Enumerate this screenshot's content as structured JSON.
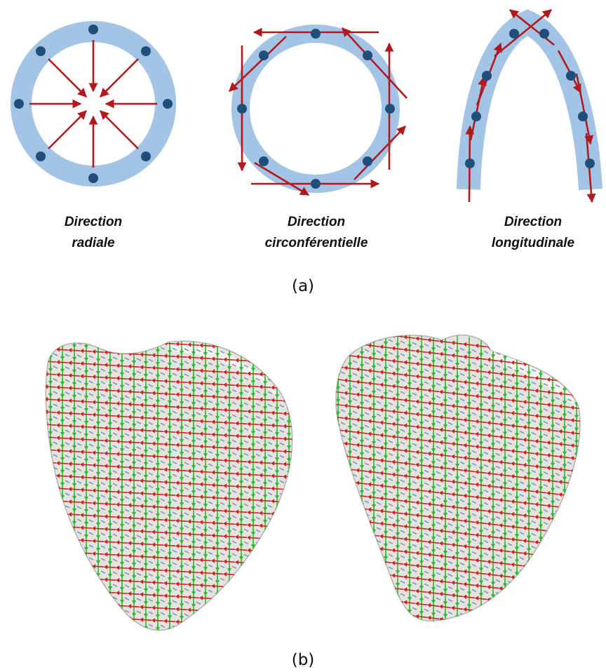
{
  "colors": {
    "band": "#a4c4e6",
    "dot": "#1f4e79",
    "arrow": "#b0191e",
    "heart_fill": "#e4e3e0",
    "heart_stroke": "#b4b2ae",
    "green_vector": "#2eb82e",
    "red_vector": "#c8261f",
    "blue_vector": "#7d97b8"
  },
  "panel_a": {
    "diagrams": [
      {
        "id": "radial",
        "line1": "Direction",
        "line2": "radiale"
      },
      {
        "id": "circumferential",
        "line1": "Direction",
        "line2": "circonférentielle"
      },
      {
        "id": "longitudinal",
        "line1": "Direction",
        "line2": "longitudinale"
      }
    ],
    "caption": "(a)"
  },
  "panel_b": {
    "views": [
      {
        "id": "left-heart-view"
      },
      {
        "id": "right-heart-view"
      }
    ],
    "caption": "(b)"
  }
}
